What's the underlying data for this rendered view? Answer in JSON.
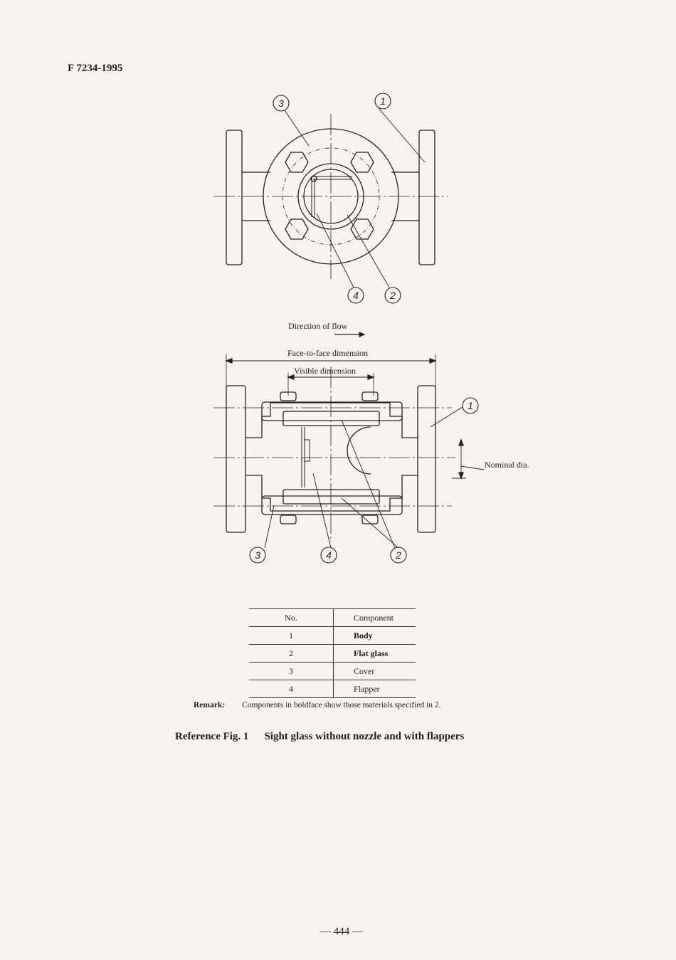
{
  "header": {
    "standard_id": "F 7234-1995"
  },
  "figure": {
    "direction_of_flow": "Direction of flow",
    "face_to_face": "Face-to-face dimension",
    "visible_dimension": "Visible dimension",
    "nominal_dia": "Nominal dia.",
    "callouts": [
      "1",
      "2",
      "3",
      "4"
    ]
  },
  "table": {
    "headers": [
      "No.",
      "Component"
    ],
    "rows": [
      {
        "no": "1",
        "component": "Body",
        "bold": true
      },
      {
        "no": "2",
        "component": "Flat glass",
        "bold": true
      },
      {
        "no": "3",
        "component": "Cover",
        "bold": false
      },
      {
        "no": "4",
        "component": "Flapper",
        "bold": false
      }
    ]
  },
  "remark": {
    "label": "Remark:",
    "text": "Components in boldface show those materials specified in 2."
  },
  "caption": {
    "number": "Reference Fig. 1",
    "title": "Sight glass without nozzle and with flappers"
  },
  "page_number": "— 444 —"
}
